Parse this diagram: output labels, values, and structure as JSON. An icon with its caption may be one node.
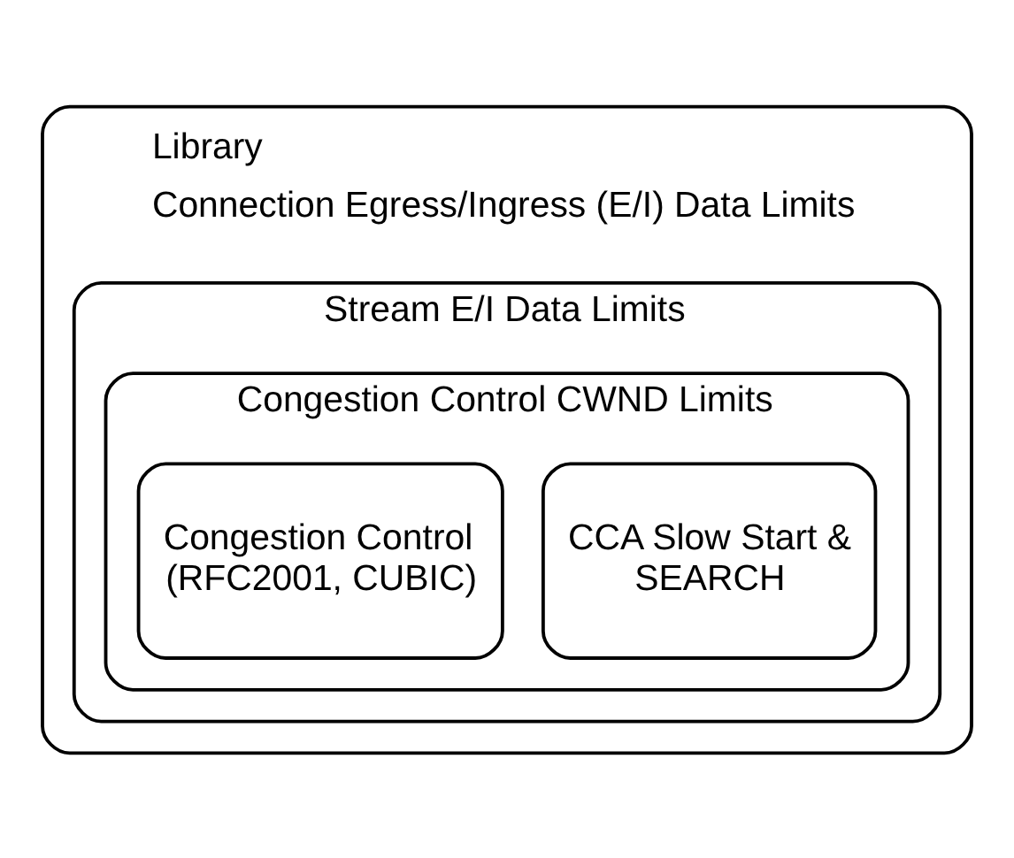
{
  "diagram": {
    "nodes": [
      {
        "text": [
          "Library",
          "Connection Egress/Ingress (E/I) Data Limits"
        ]
      },
      {
        "text": [
          "Stream E/I Data Limits"
        ],
        "in": 0
      },
      {
        "text": [
          "Congestion Control CWND Limits"
        ],
        "in": 1
      },
      {
        "text": [
          "CCA Slow Start & SEARCH"
        ],
        "in": 2
      },
      {
        "text": [
          "Congestion Control (RFC2001, CUBIC)"
        ],
        "in": 2
      }
    ]
  }
}
